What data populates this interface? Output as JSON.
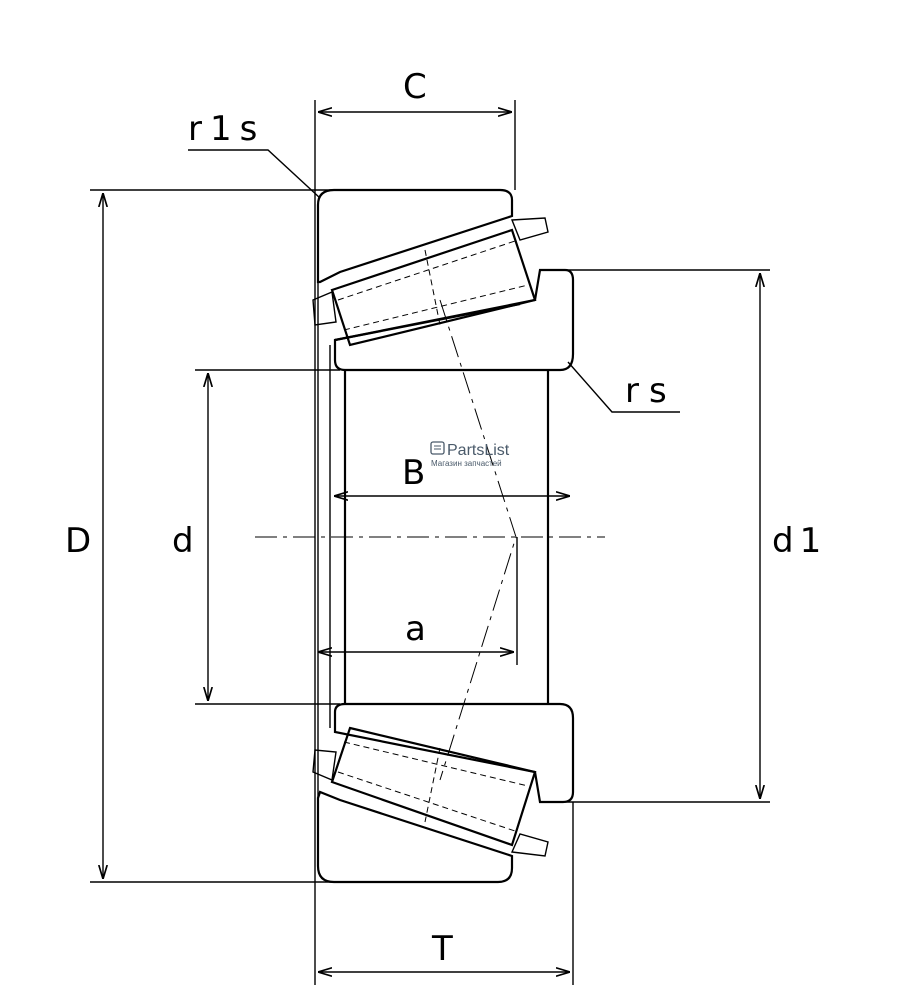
{
  "labels": {
    "C": "C",
    "r1s": "r1s",
    "rs": "rs",
    "D": "D",
    "d": "d",
    "d1": "d1",
    "B": "B",
    "a": "a",
    "T": "T"
  },
  "watermark": {
    "title": "PartsList",
    "subtitle": "Магазин запчастей"
  }
}
